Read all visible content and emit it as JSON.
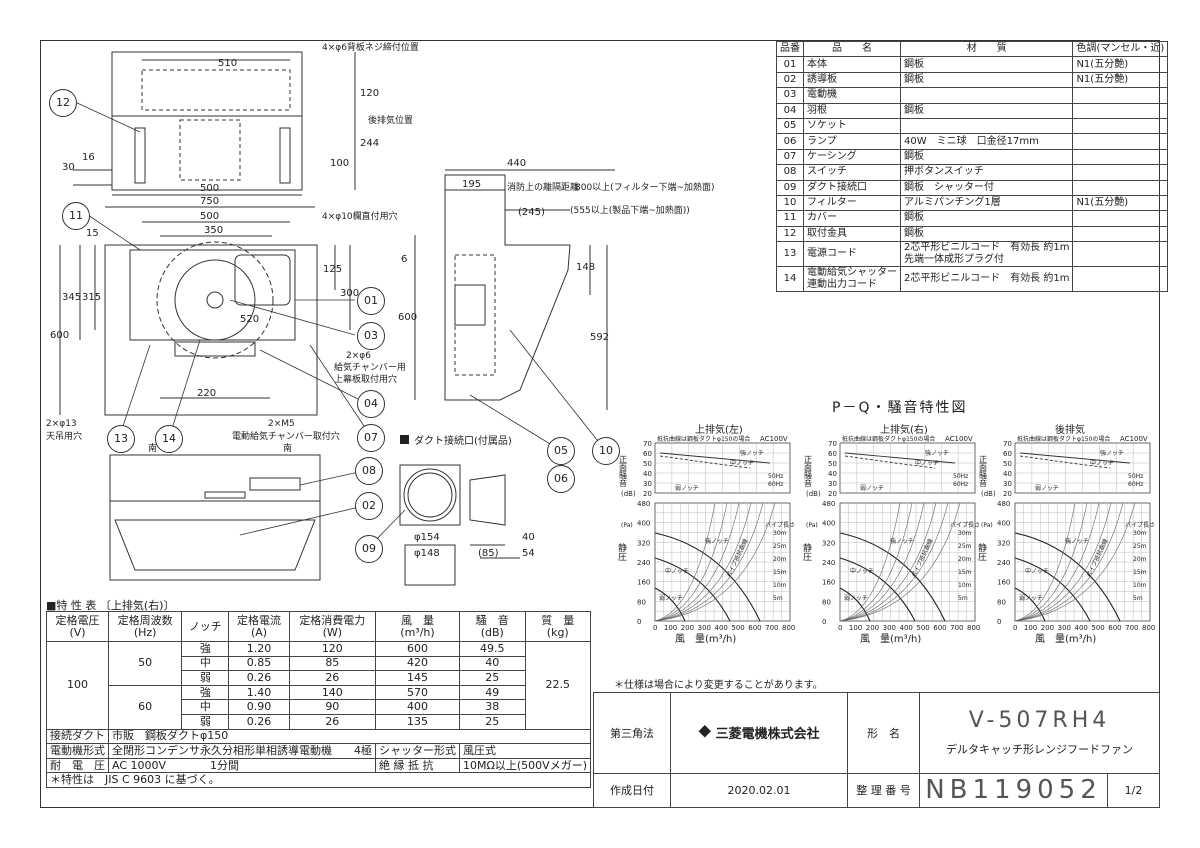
{
  "parts_table": {
    "headers": [
      "品番",
      "品　　名",
      "材　　質",
      "色調(マンセル・近)"
    ],
    "rows": [
      [
        "01",
        "本体",
        "鋼板",
        "N1(五分艶)"
      ],
      [
        "02",
        "誘導板",
        "鋼板",
        "N1(五分艶)"
      ],
      [
        "03",
        "電動機",
        "",
        ""
      ],
      [
        "04",
        "羽根",
        "鋼板",
        ""
      ],
      [
        "05",
        "ソケット",
        "",
        ""
      ],
      [
        "06",
        "ランプ",
        "40W　ミニ球　口金径17mm",
        ""
      ],
      [
        "07",
        "ケーシング",
        "鋼板",
        ""
      ],
      [
        "08",
        "スイッチ",
        "押ボタンスイッチ",
        ""
      ],
      [
        "09",
        "ダクト接続口",
        "鋼板　シャッター付",
        ""
      ],
      [
        "10",
        "フィルター",
        "アルミパンチング1層",
        "N1(五分艶)"
      ],
      [
        "11",
        "カバー",
        "鋼板",
        ""
      ],
      [
        "12",
        "取付金具",
        "鋼板",
        ""
      ],
      [
        "13",
        "電源コード",
        "2芯平形ビニルコード　有効長 約1m\n先端一体成形プラグ付",
        ""
      ],
      [
        "14",
        "電動給気シャッター\n連動出力コード",
        "2芯平形ビニルコード　有効長 約1m",
        ""
      ]
    ]
  },
  "drawing": {
    "dims": {
      "d510": "510",
      "d120": "120",
      "d244": "244",
      "d100": "100",
      "d30": "30",
      "d16": "16",
      "d500a": "500",
      "d750": "750",
      "d500b": "500",
      "d350": "350",
      "d15": "15",
      "d345": "345",
      "d315": "315",
      "d600": "600",
      "d125": "125",
      "d300": "300",
      "d520": "520",
      "d220": "220",
      "d440": "440",
      "d195": "195",
      "d245": "(245)",
      "d6": "6",
      "d600s": "600",
      "d148": "148",
      "d592": "592",
      "d154": "φ154",
      "d148b": "φ148",
      "d85": "(85)",
      "d40": "40",
      "d54": "54"
    },
    "notes": {
      "n_4x6": "4×φ6背板ネジ締付位置",
      "n_vent": "後排気位置",
      "n_4x10": "4×φ10欄直付用穴",
      "n_2x6": "2×φ6",
      "n_2x6b": "給気チャンバー用",
      "n_2x6c": "上幕板取付用穴",
      "n_2x13": "2×φ13",
      "n_2x13b": "天吊用穴",
      "n_m5": "2×M5",
      "n_m5b": "電動給気チャンバー取付穴",
      "n_fire": "消防上の離隔距離",
      "n_800": "800以上(フィルター下端~加熱面)",
      "n_555": "(555以上(製品下端~加熱面))",
      "duct_title": "ダクト接続口(付属品)",
      "south1": "南",
      "south2": "南"
    },
    "callouts": [
      "12",
      "11",
      "01",
      "03",
      "04",
      "13",
      "14",
      "07",
      "08",
      "02",
      "09",
      "05",
      "06",
      "10"
    ]
  },
  "pq": {
    "title": "P－Q・騒音特性図",
    "charts": [
      {
        "title": "上排気(左)"
      },
      {
        "title": "上排気(右)"
      },
      {
        "title": "後排気"
      }
    ],
    "note": "抵抗曲線は鋼板ダクトφ150の場合",
    "ac": "AC100V",
    "noise_ylabel": "正面騒音",
    "noise_unit": "(dB)",
    "noise_ticks": [
      "70",
      "60",
      "50",
      "40",
      "30",
      "20"
    ],
    "press_ylabel": "静圧",
    "press_unit": "(Pa)",
    "press_ticks": [
      "480",
      "400",
      "320",
      "240",
      "160",
      "80",
      "0"
    ],
    "x_ticks": [
      "0",
      "100",
      "200",
      "300",
      "400",
      "500",
      "600",
      "700",
      "800"
    ],
    "xlabel": "風　量(m³/h)",
    "legend_50": "50Hz",
    "legend_60": "60Hz",
    "notch_strong": "強ノッチ",
    "notch_mid": "中ノッチ",
    "notch_weak": "弱ノッチ",
    "pipe_len": "パイプ長さ",
    "pipe_res": "パイプ抵抗曲線",
    "pipe_m": [
      "30m",
      "25m",
      "20m",
      "15m",
      "10m",
      "5m"
    ]
  },
  "spec_table": {
    "title": "■特 性 表 〔上排気(右)〕",
    "headers": [
      "定格電圧\n(V)",
      "定格周波数\n(Hz)",
      "ノッチ",
      "定格電流\n(A)",
      "定格消費電力\n(W)",
      "風　量\n(m³/h)",
      "騒　音\n(dB)",
      "質　量\n(kg)"
    ],
    "voltage": "100",
    "mass": "22.5",
    "groups": [
      {
        "hz": "50",
        "rows": [
          [
            "強",
            "1.20",
            "120",
            "600",
            "49.5"
          ],
          [
            "中",
            "0.85",
            "85",
            "420",
            "40"
          ],
          [
            "弱",
            "0.26",
            "26",
            "145",
            "25"
          ]
        ]
      },
      {
        "hz": "60",
        "rows": [
          [
            "強",
            "1.40",
            "140",
            "570",
            "49"
          ],
          [
            "中",
            "0.90",
            "90",
            "400",
            "38"
          ],
          [
            "弱",
            "0.26",
            "26",
            "135",
            "25"
          ]
        ]
      }
    ],
    "duct_label": "接続ダクト",
    "duct_value": "市販　鋼板ダクトφ150",
    "motor_label": "電動機形式",
    "motor_value": "全閉形コンデンサ永久分相形単相誘導電動機　　4極",
    "shutter_label": "シャッター形式",
    "shutter_value": "風圧式",
    "volt_label": "耐　電　圧",
    "volt_value": "AC 1000V　　　　1分間",
    "ins_label": "絶 縁 抵 抗",
    "ins_value": "10MΩ以上(500Vメガー)",
    "footnote": "＊特性は　JIS C 9603 に基づく。"
  },
  "notice": "＊仕様は場合により変更することがあります。",
  "titleblock": {
    "projection": "第三角法",
    "company": "三菱電機株式会社",
    "model_label": "形　名",
    "model": "V-507RH4",
    "product": "デルタキャッチ形レンジフードファン",
    "date_label": "作成日付",
    "date": "2020.02.01",
    "number_label": "整 理 番 号",
    "number": "NB119052",
    "page": "1/2"
  }
}
